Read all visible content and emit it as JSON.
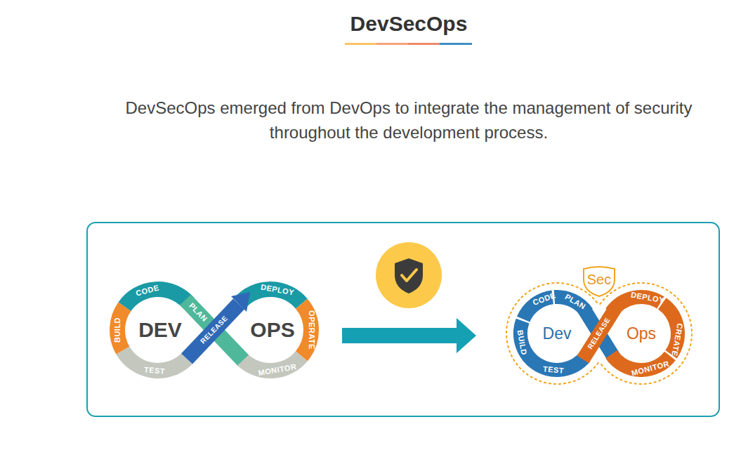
{
  "diagram": {
    "title": "DevSecOps",
    "labels": [
      "DevSecOps emerged from DevOps to integrate the management of security throughout the development process.",
      "CODE",
      "PLAN",
      "RELEASE",
      "DEPLOY",
      "BUILD",
      "DEV",
      "OPS",
      "OPERATE",
      "TEST",
      "MONITOR",
      "Sec",
      "CODE",
      "PLAN",
      "DEPLOY",
      "Dev",
      "RELEASE",
      "Ops",
      "CREATE",
      "BUILD",
      "TEST",
      "MONITOR"
    ]
  }
}
